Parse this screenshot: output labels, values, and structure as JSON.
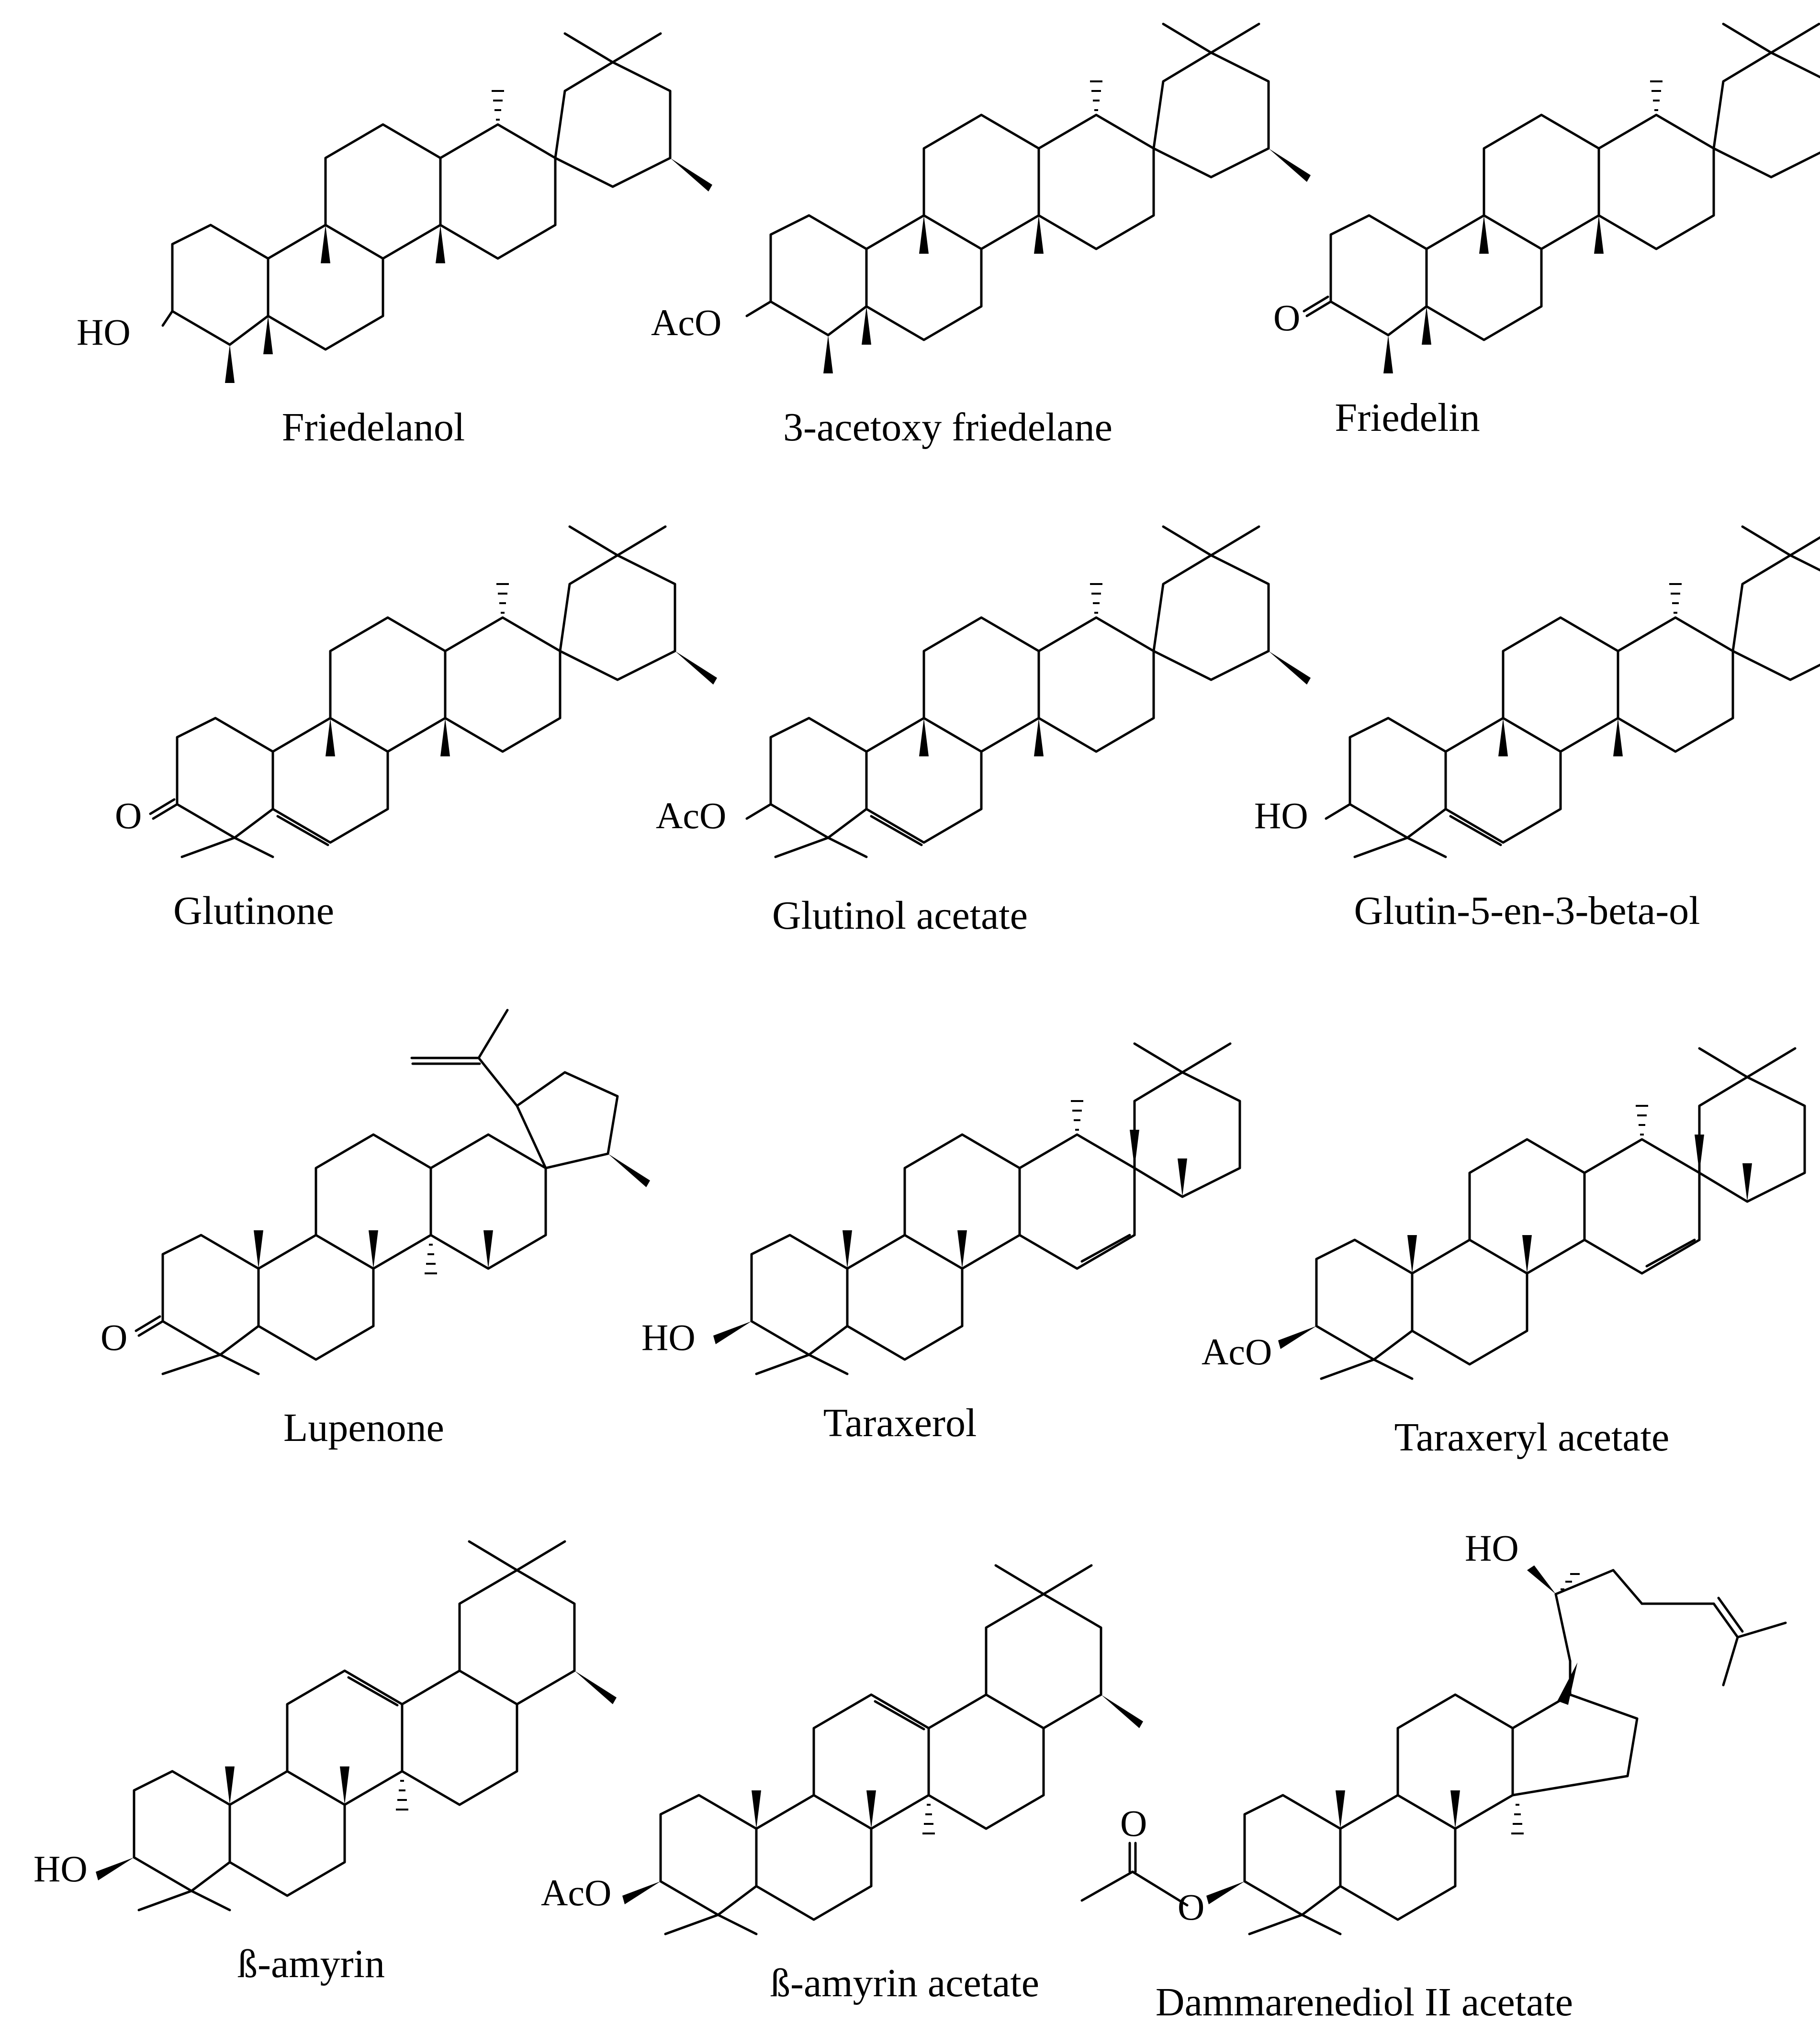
{
  "compounds": [
    {
      "name": "Friedelanol",
      "substituent": "HO",
      "ketone": false
    },
    {
      "name": "3-acetoxy friedelane",
      "substituent": "AcO",
      "ketone": false
    },
    {
      "name": "Friedelin",
      "substituent": "O",
      "ketone": true
    },
    {
      "name": "Glutinone",
      "substituent": "O",
      "ketone": true
    },
    {
      "name": "Glutinol acetate",
      "substituent": "AcO",
      "ketone": false
    },
    {
      "name": "Glutin-5-en-3-beta-ol",
      "substituent": "HO",
      "ketone": false
    },
    {
      "name": "Lupenone",
      "substituent": "O",
      "ketone": true
    },
    {
      "name": "Taraxerol",
      "substituent": "HO",
      "ketone": false
    },
    {
      "name": "Taraxeryl acetate",
      "substituent": "AcO",
      "ketone": false
    },
    {
      "name": "ß-amyrin",
      "substituent": "HO",
      "ketone": false
    },
    {
      "name": "ß-amyrin acetate",
      "substituent": "AcO",
      "ketone": false
    },
    {
      "name": "Dammarenediol II acetate",
      "substituent": "O",
      "ketone": false,
      "extra_label": "HO",
      "ester_carbonyl": "O"
    }
  ]
}
